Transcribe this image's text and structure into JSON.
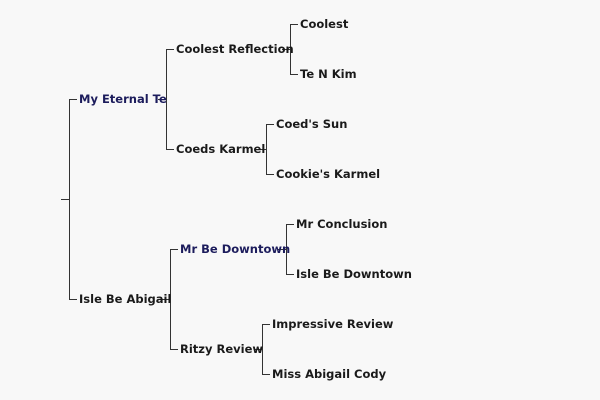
{
  "pedigree": {
    "sire": {
      "name": "My Eternal Te",
      "sire": {
        "name": "Coolest Reflection",
        "sire": {
          "name": "Coolest"
        },
        "dam": {
          "name": "Te N Kim"
        }
      },
      "dam": {
        "name": "Coeds Karmel",
        "sire": {
          "name": "Coed's Sun"
        },
        "dam": {
          "name": "Cookie's Karmel"
        }
      }
    },
    "dam": {
      "name": "Isle Be Abigail",
      "sire": {
        "name": "Mr Be Downtown",
        "sire": {
          "name": "Mr Conclusion"
        },
        "dam": {
          "name": "Isle Be Downtown"
        }
      },
      "dam": {
        "name": "Ritzy Review",
        "sire": {
          "name": "Impressive Review"
        },
        "dam": {
          "name": "Miss Abigail Cody"
        }
      }
    }
  },
  "colors": {
    "background": "#f8f8f8",
    "line": "#333333",
    "text": "#1a1a1a",
    "highlight_text": "#1c1c5c"
  }
}
